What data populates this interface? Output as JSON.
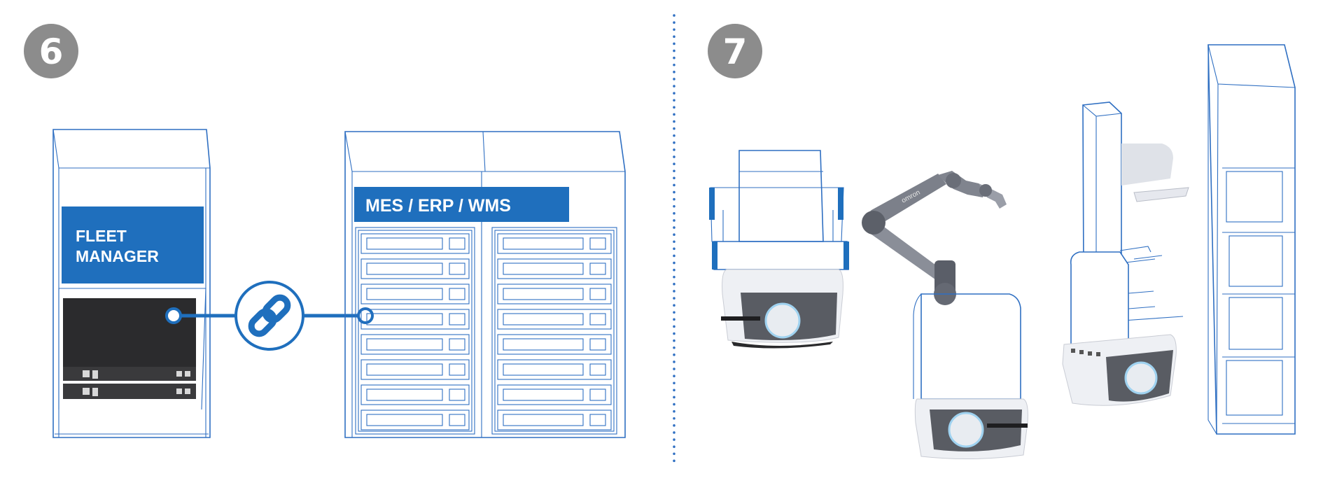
{
  "steps": {
    "left": {
      "number": "6"
    },
    "right": {
      "number": "7"
    }
  },
  "fleet_manager": {
    "line1": "FLEET",
    "line2": "MANAGER"
  },
  "enterprise_systems": {
    "label": "MES / ERP / WMS"
  },
  "robot_arm": {
    "brand": "omron"
  },
  "colors": {
    "accent_blue": "#1f6fbd",
    "outline_blue": "#2f6fc2",
    "step_circle_gray": "#8c8c8c",
    "server_black": "#2b2b2d"
  },
  "icons": [
    "link-icon",
    "connection-dot-icon"
  ]
}
